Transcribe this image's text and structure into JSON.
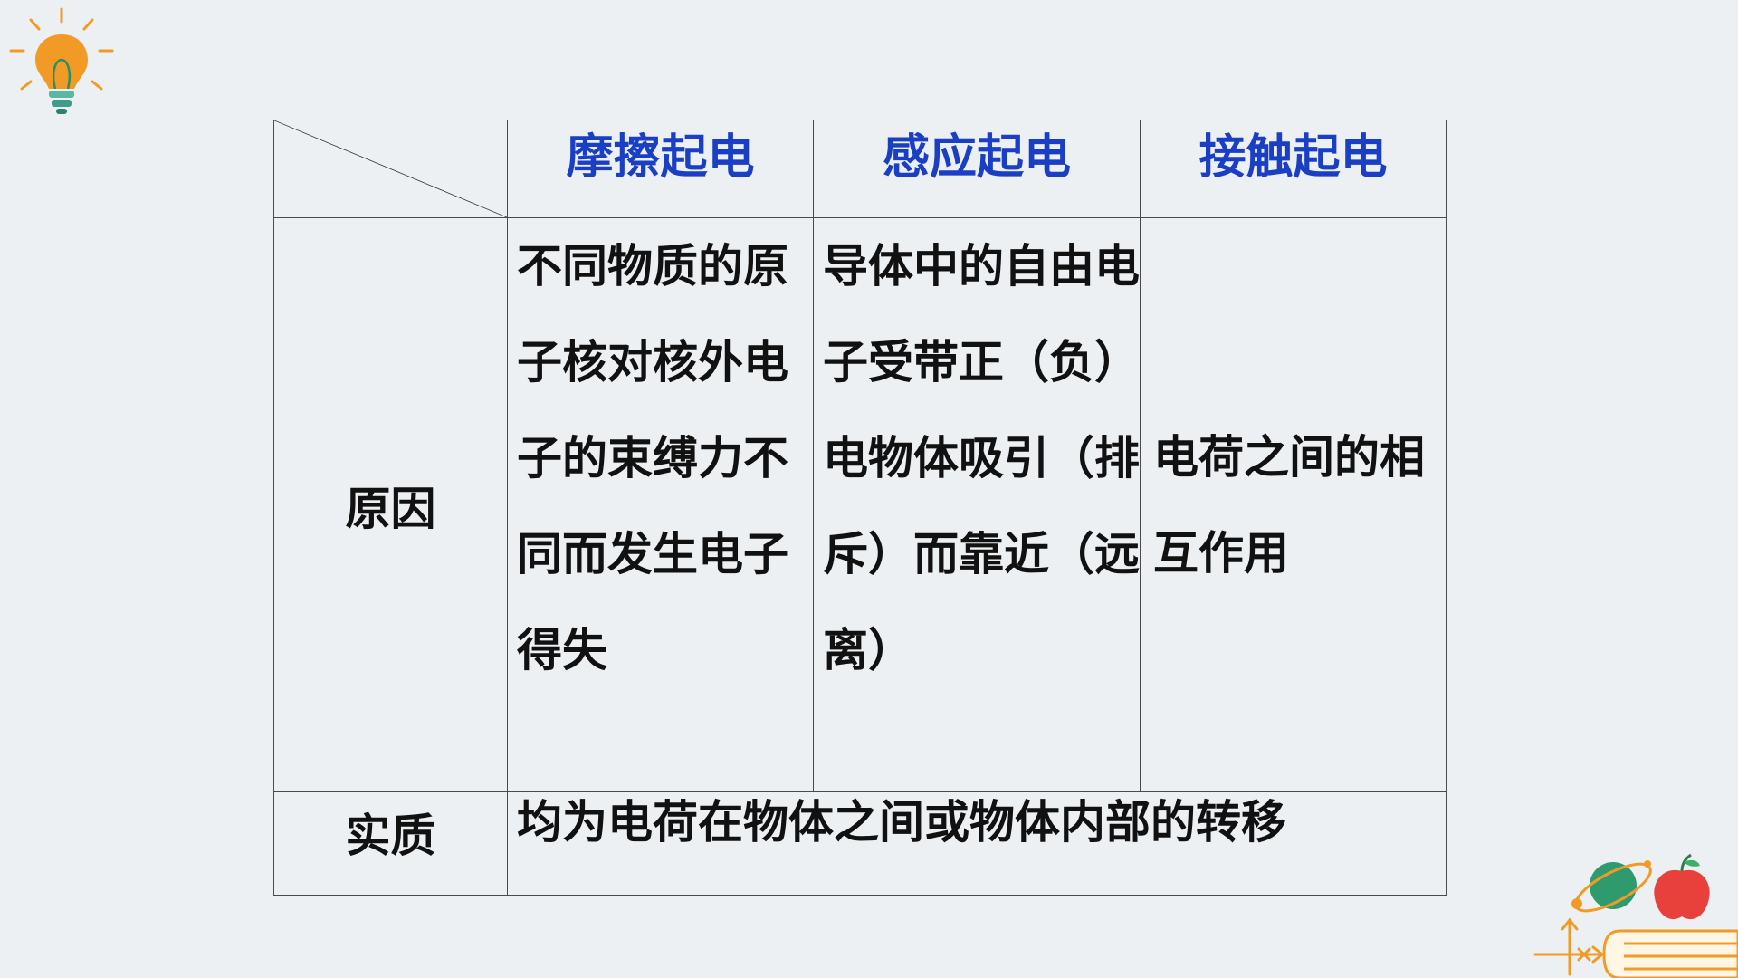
{
  "table": {
    "headers": [
      "摩擦起电",
      "感应起电",
      "接触起电"
    ],
    "reason": {
      "label": "原因",
      "friction": "不同物质的原子核对核外电子的束缚力不同而发生电子得失",
      "induction": "导体中的自由电子受带正（负）电物体吸引（排斥）而靠近（远离）",
      "contact": "电荷之间的相互作用"
    },
    "essence": {
      "label": "实质",
      "text": "均为电荷在物体之间或物体内部的转移"
    }
  },
  "colors": {
    "header_text": "#1a3fc4",
    "body_text": "#111111",
    "background": "#ecf0f2"
  },
  "icons": [
    "lightbulb-icon",
    "planet-icon",
    "apple-icon",
    "book-icon",
    "axis-arrows-icon"
  ]
}
